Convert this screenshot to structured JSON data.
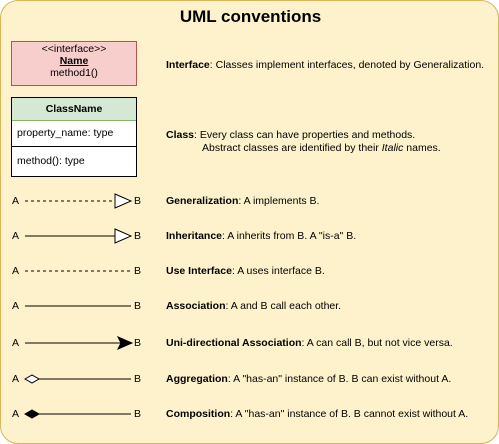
{
  "title": "UML conventions",
  "interface_box": {
    "stereotype": "<<interface>>",
    "name": "Name",
    "method": "method1()"
  },
  "class_box": {
    "name": "ClassName",
    "property": "property_name: type",
    "method": "method(): type"
  },
  "descriptions": {
    "interface": {
      "term": "Interface",
      "text": ": Classes implement interfaces, denoted by Generalization."
    },
    "class": {
      "term": "Class",
      "text": ": Every class can have properties and methods.",
      "sub_prefix": "Abstract classes are identified by their ",
      "sub_italic": "Italic",
      "sub_suffix": " names."
    }
  },
  "relations": [
    {
      "id": "generalization",
      "a": "A",
      "b": "B",
      "term": "Generalization",
      "text": ": A implements B."
    },
    {
      "id": "inheritance",
      "a": "A",
      "b": "B",
      "term": "Inheritance",
      "text": ": A inherits from B. A \"is-a\" B."
    },
    {
      "id": "use-interface",
      "a": "A",
      "b": "B",
      "term": "Use Interface",
      "text": ": A uses interface B."
    },
    {
      "id": "association",
      "a": "A",
      "b": "B",
      "term": "Association",
      "text": ": A and B call each other."
    },
    {
      "id": "uni-directional-association",
      "a": "A",
      "b": "B",
      "term": "Uni-directional Association",
      "text": ": A can call B, but not vice versa."
    },
    {
      "id": "aggregation",
      "a": "A",
      "b": "B",
      "term": "Aggregation",
      "text": ": A \"has-an\" instance of B. B can exist without A."
    },
    {
      "id": "composition",
      "a": "A",
      "b": "B",
      "term": "Composition",
      "text": ": A \"has-an\" instance of B. B cannot exist without A."
    }
  ],
  "colors": {
    "background": "#fef2cc",
    "background_border": "#d6b656",
    "interface_fill": "#f8cecc",
    "interface_border": "#b85450",
    "class_header_fill": "#d5e8d4",
    "class_header_border": "#82b366"
  }
}
